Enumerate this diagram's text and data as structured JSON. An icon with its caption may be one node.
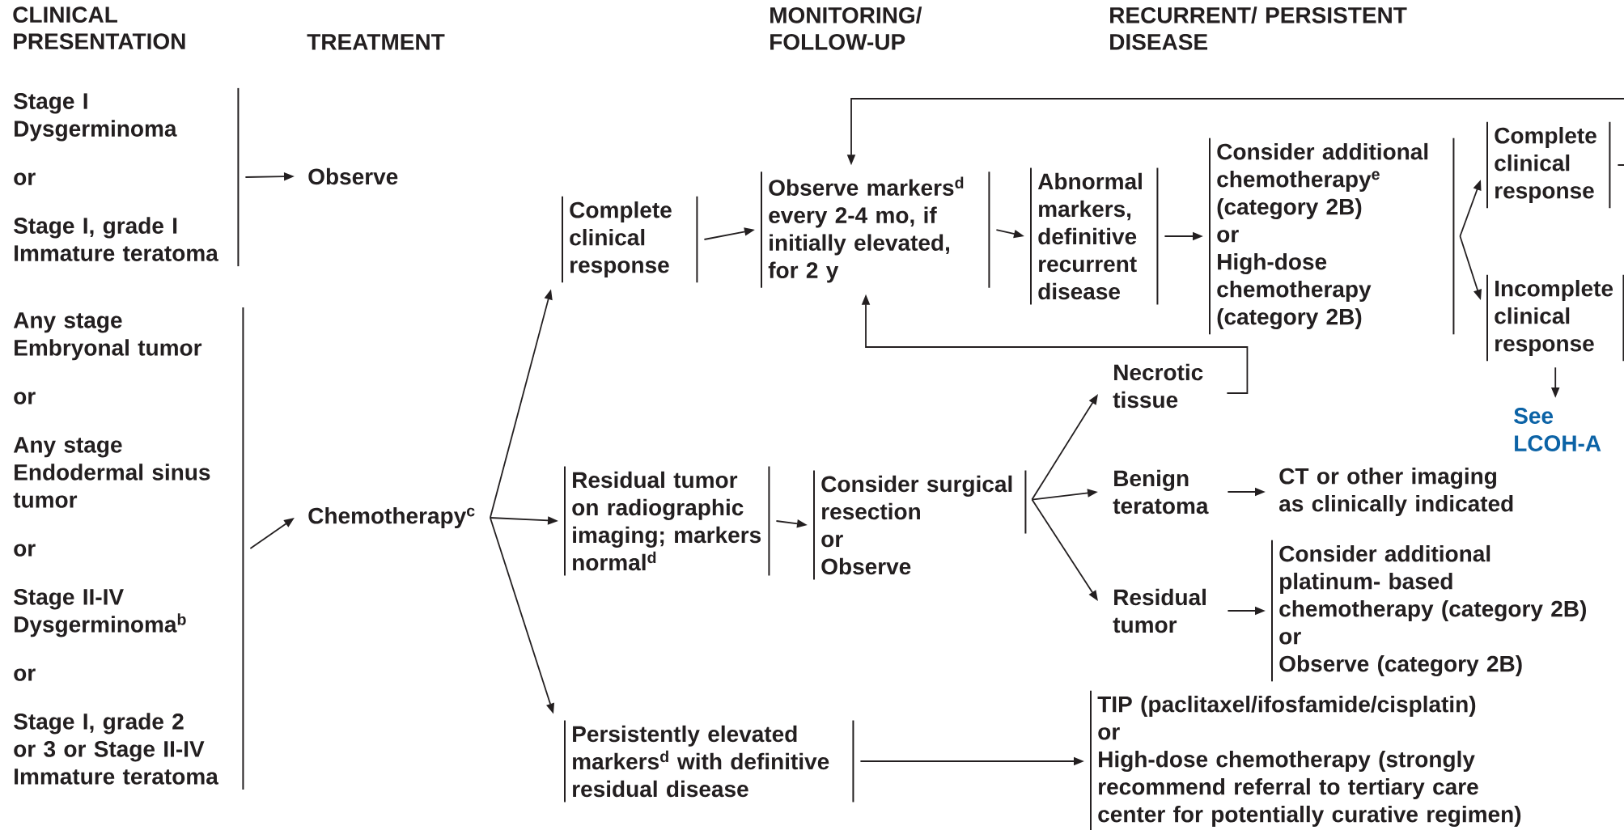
{
  "diagram": {
    "nodes": [
      {
        "text": [
          "Stage I Dysgerminoma",
          "or",
          "Stage I, grade I Immature teratoma"
        ]
      },
      {
        "text": [
          "Observe"
        ]
      },
      {
        "text": [
          "Any stage Embryonal tumor",
          "or",
          "Any stage Endodermal sinus tumor",
          "or",
          "Stage II-IV Dysgerminoma$^{b}$",
          "or",
          "Stage I, grade 2 or 3 or Stage II-IV Immature teratoma"
        ]
      },
      {
        "text": [
          "Chemotherapy$^{c}$"
        ]
      },
      {
        "text": [
          "Complete clinical response"
        ]
      },
      {
        "text": [
          "Observe markers$^{d}$ every 2-4 mo, if initially elevated, for 2 y"
        ]
      },
      {
        "text": [
          "Abnormal markers, definitive recurrent disease"
        ]
      },
      {
        "text": [
          "Consider additional chemotherapy$^{e}$ (category 2B)",
          "or",
          "High-dose chemotherapy (category 2B)"
        ]
      },
      {
        "text": [
          "Complete clinical response"
        ]
      },
      {
        "text": [
          "Incomplete clinical response"
        ]
      },
      {
        "text": [
          "See LCOH-A"
        ]
      },
      {
        "text": [
          "Residual tumor on radiographic imaging; markers normal$^{d}$"
        ]
      },
      {
        "text": [
          "Consider surgical resection",
          "or",
          "Observe"
        ]
      },
      {
        "text": [
          "Necrotic tissue"
        ]
      },
      {
        "text": [
          "Benign teratoma"
        ]
      },
      {
        "text": [
          "CT or other imaging as clinically indicated"
        ]
      },
      {
        "text": [
          "Residual tumor"
        ]
      },
      {
        "text": [
          "Consider additional platinum- based chemotherapy (category 2B)",
          "or",
          "Observe (category 2B)"
        ]
      },
      {
        "text": [
          "Persistently elevated markers$^{d}$ with definitive residual disease"
        ]
      },
      {
        "text": [
          "TIP (paclitaxel/ifosfamide/cisplatin)",
          "or",
          "High-dose chemotherapy (strongly recommend referral to tertiary care center for potentially curative regimen)"
        ]
      }
    ],
    "edges": [
      {
        "from": 0,
        "to": 1,
        "arrow": "to"
      },
      {
        "from": 2,
        "to": 3,
        "arrow": "to"
      },
      {
        "from": 3,
        "to": 4,
        "arrow": "to"
      },
      {
        "from": 3,
        "to": 11,
        "arrow": "to"
      },
      {
        "from": 3,
        "to": 18,
        "arrow": "to"
      },
      {
        "from": 4,
        "to": 5,
        "arrow": "to"
      },
      {
        "from": 5,
        "to": 6,
        "arrow": "to"
      },
      {
        "from": 6,
        "to": 7,
        "arrow": "to"
      },
      {
        "from": 7,
        "to": 8,
        "arrow": "to"
      },
      {
        "from": 7,
        "to": 9,
        "arrow": "to"
      },
      {
        "from": 8,
        "to": 5,
        "arrow": "to"
      },
      {
        "from": 9,
        "to": 10,
        "arrow": "to"
      },
      {
        "from": 11,
        "to": 12,
        "arrow": "to"
      },
      {
        "from": 12,
        "to": 13,
        "arrow": "to"
      },
      {
        "from": 12,
        "to": 14,
        "arrow": "to"
      },
      {
        "from": 12,
        "to": 16,
        "arrow": "to"
      },
      {
        "from": 13,
        "to": 5,
        "arrow": "to"
      },
      {
        "from": 14,
        "to": 15,
        "arrow": "to"
      },
      {
        "from": 16,
        "to": 17,
        "arrow": "to"
      },
      {
        "from": 18,
        "to": 19,
        "arrow": "to"
      }
    ],
    "labels": [
      "CLINICAL PRESENTATION",
      "TREATMENT",
      "MONITORING/ FOLLOW-UP",
      "RECURRENT/ PERSISTENT DISEASE"
    ]
  }
}
